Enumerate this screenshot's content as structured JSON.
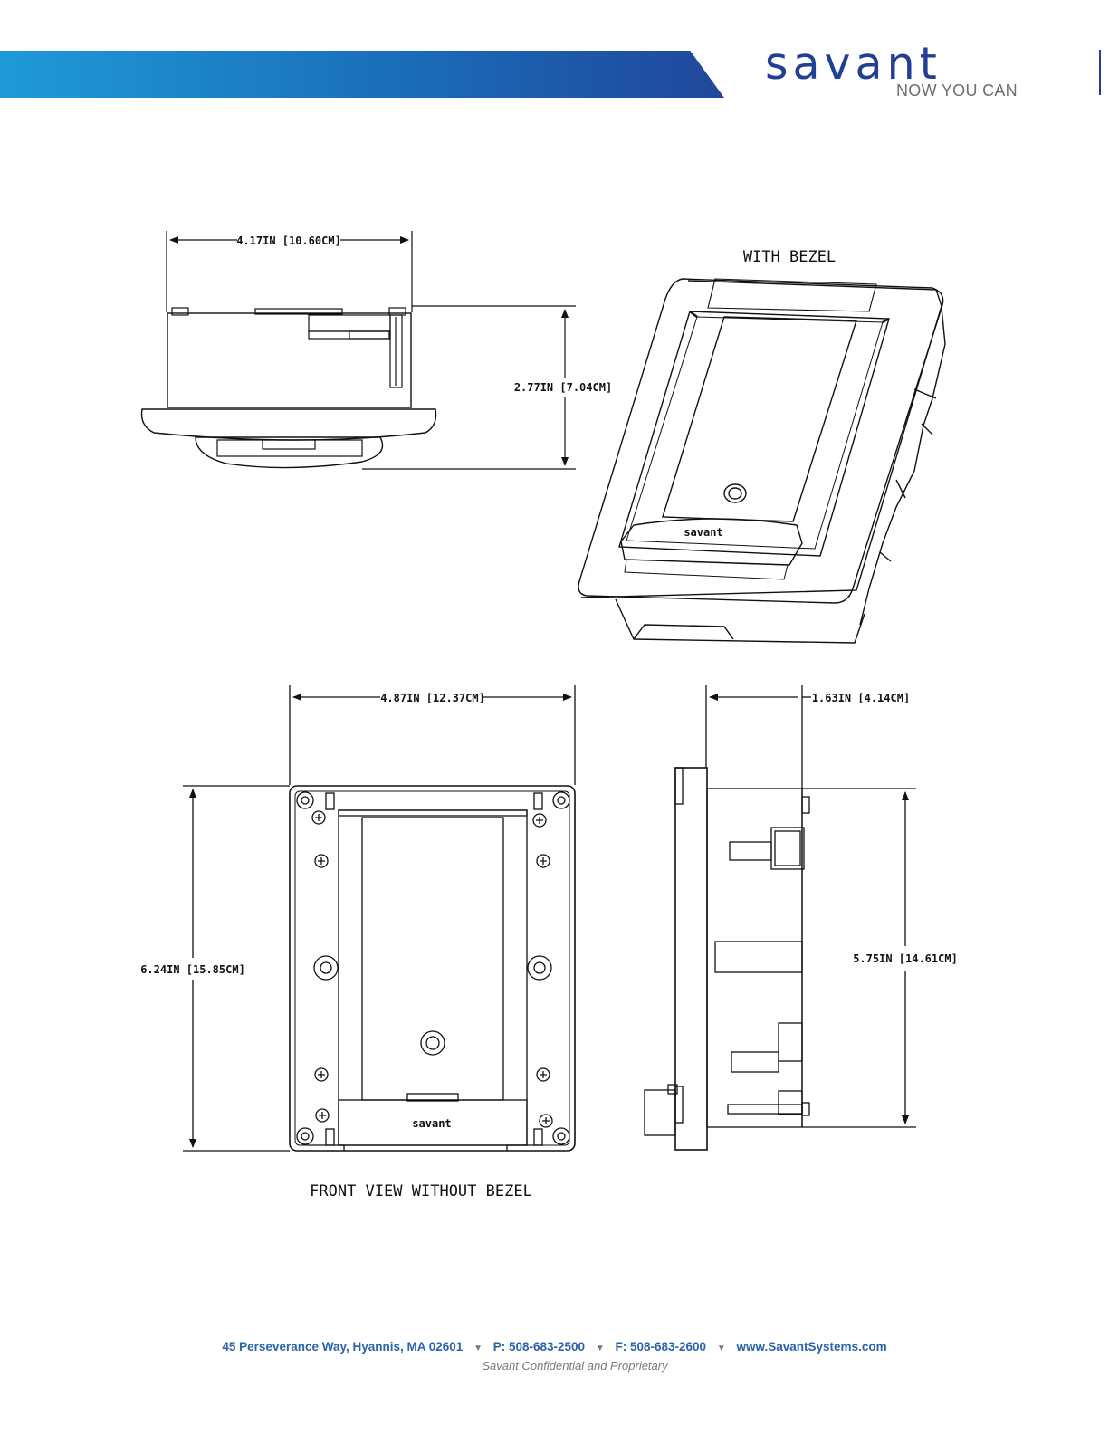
{
  "header": {
    "logo_word": "savant",
    "logo_tagline": "NOW YOU CAN"
  },
  "drawings": {
    "top_width": "4.17IN [10.60CM]",
    "top_depth": "2.77IN [7.04CM]",
    "bezel_caption": "WITH BEZEL",
    "bezel_brand": "savant",
    "front_width": "4.87IN [12.37CM]",
    "front_height": "6.24IN [15.85CM]",
    "front_brand": "savant",
    "front_caption": "FRONT VIEW WITHOUT BEZEL",
    "side_depth": "1.63IN [4.14CM]",
    "side_height": "5.75IN [14.61CM]"
  },
  "footer": {
    "address": "45 Perseverance Way, Hyannis, MA 02601",
    "phone": "P: 508-683-2500",
    "fax": "F: 508-683-2600",
    "website": "www.SavantSystems.com",
    "separator": "▼",
    "confidential": "Savant Confidential and Proprietary"
  },
  "colors": {
    "brand_blue": "#233f95",
    "band_start": "#1f9ad9",
    "band_end": "#20479a",
    "footer_blue": "#2b63ac",
    "gray": "#6d6e71"
  }
}
